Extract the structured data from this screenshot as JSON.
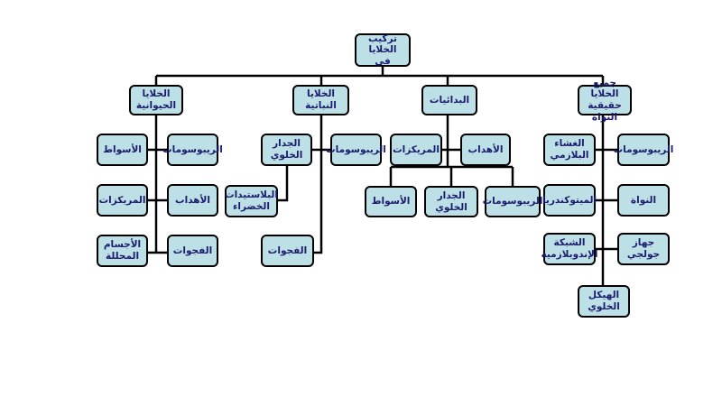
{
  "diagram": {
    "root": "تركيب الخلايا\nفي",
    "groups": {
      "eukaryote": {
        "title": "جميع الخلايا\nحقيقية النواة",
        "ribosomes": "الريبوسومات",
        "membrane": "الغشاء\nالبلازمي",
        "nucleus": "النواة",
        "mitochondria": "الميتوكندريا",
        "golgi": "جهاز جولجي",
        "er": "الشبكة\nالإندوبلازمية",
        "cytoskeleton": "الهيكل\nالخلوي"
      },
      "prokaryote": {
        "title": "البدائيات",
        "flagella": "الأهداب",
        "centrioles": "المريكزات",
        "ribosomes": "الريبوسومات",
        "cell_wall": "الجدار\nالخلوي",
        "vacuoles": "الأسواط"
      },
      "plant": {
        "title": "الخلايا النباتية",
        "ribosomes": "الريبوسومات",
        "cell_wall": "الجدار\nالخلوي",
        "chloroplasts": "البلاستيدات\nالخضراء",
        "vacuoles": "الفجوات"
      },
      "animal": {
        "title": "الخلايا\nالحيوانية",
        "ribosomes": "الريبوسومات",
        "flagella_label": "الأسواط",
        "cilia": "الأهداب",
        "centrioles": "المريكزات",
        "vacuoles": "الفجوات",
        "bodies": "الأجسام\nالمحللة"
      }
    }
  }
}
